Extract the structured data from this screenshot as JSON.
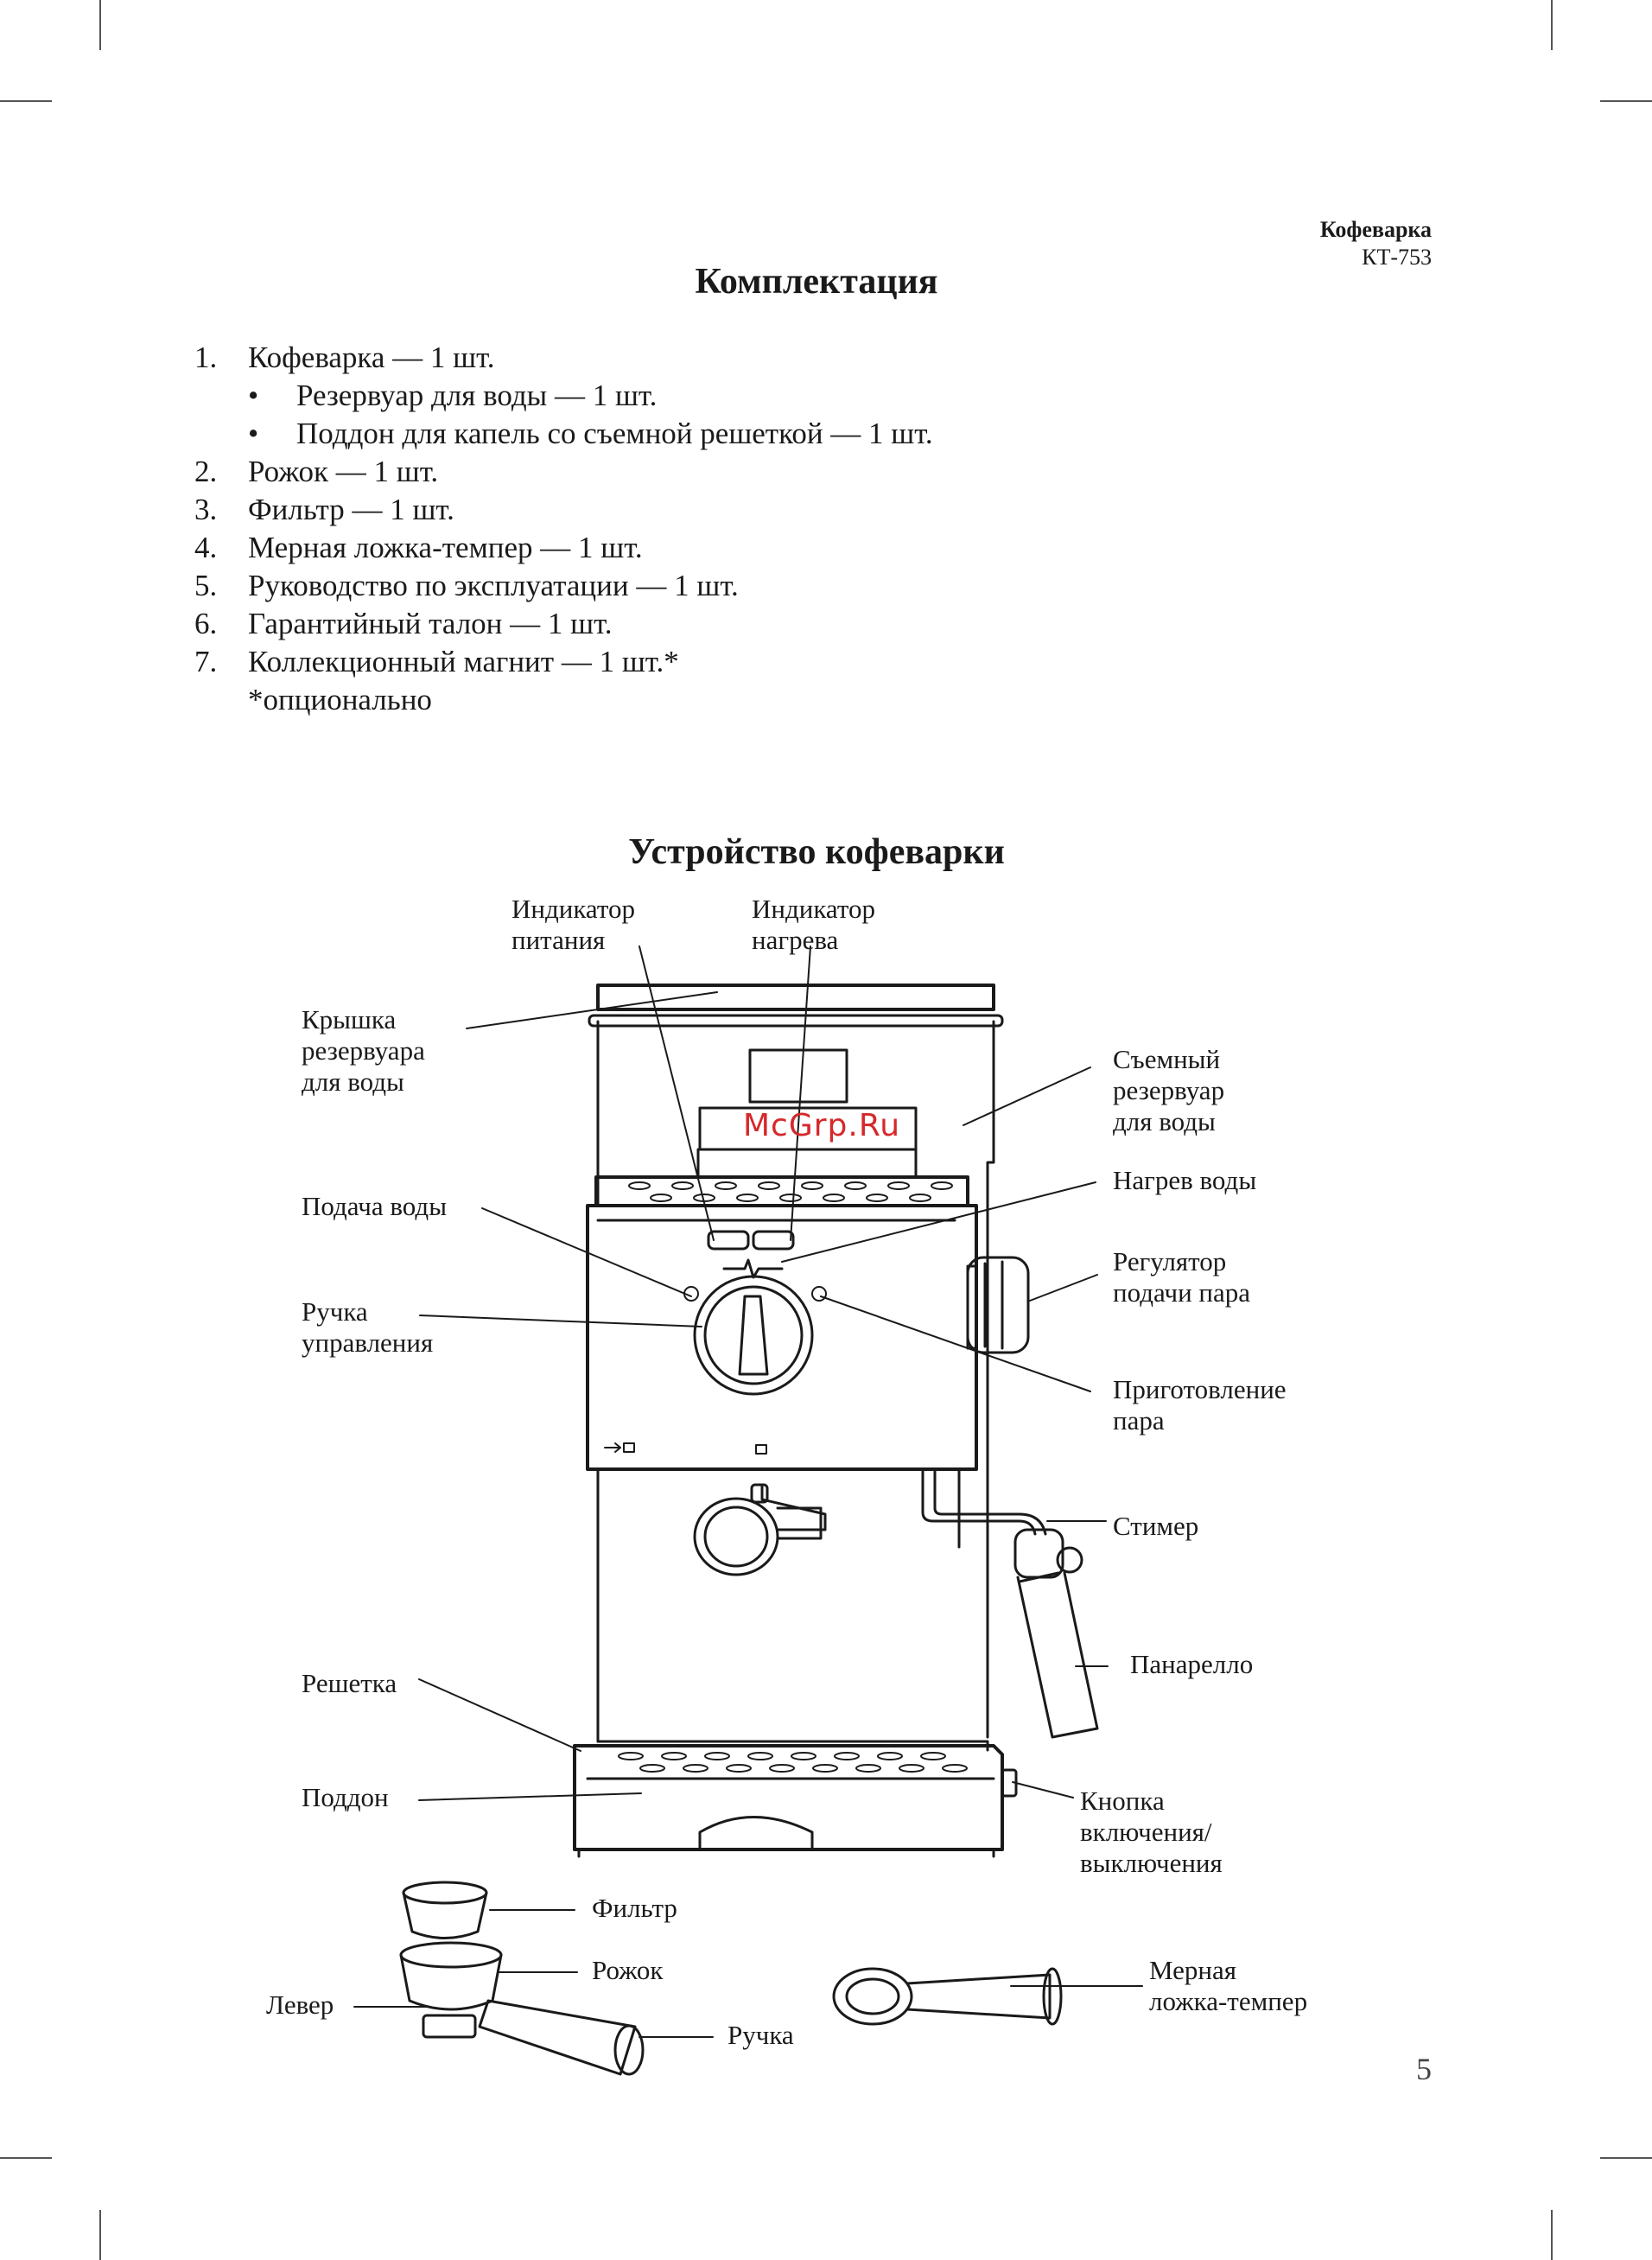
{
  "header": {
    "product_name": "Кофеварка",
    "model": "КТ-753"
  },
  "contents_section": {
    "title": "Комплектация",
    "items": [
      {
        "num": "1.",
        "text": "Кофеварка — 1 шт."
      },
      {
        "bullet": "•",
        "text": "Резервуар для воды — 1 шт."
      },
      {
        "bullet": "•",
        "text": "Поддон для капель со съемной решеткой — 1 шт."
      },
      {
        "num": "2.",
        "text": "Рожок — 1 шт."
      },
      {
        "num": "3.",
        "text": "Фильтр — 1 шт."
      },
      {
        "num": "4.",
        "text": "Мерная ложка-темпер — 1 шт."
      },
      {
        "num": "5.",
        "text": "Руководство по эксплуатации — 1 шт."
      },
      {
        "num": "6.",
        "text": "Гарантийный талон — 1 шт."
      },
      {
        "num": "7.",
        "text": "Коллекционный магнит — 1 шт.*"
      },
      {
        "text": "*опционально"
      }
    ]
  },
  "device_section": {
    "title": "Устройство кофеварки",
    "labels": {
      "power_indicator": "Индикатор\nпитания",
      "heat_indicator": "Индикатор\nнагрева",
      "tank_lid": "Крышка\nрезервуара\nдля воды",
      "removable_tank": "Съемный\nрезервуар\nдля воды",
      "water_supply": "Подача воды",
      "water_heating": "Нагрев воды",
      "control_knob": "Ручка\nуправления",
      "steam_regulator": "Регулятор\nподачи пара",
      "steam_preparation": "Приготовление\nпара",
      "steamer": "Стимер",
      "panarello": "Панарелло",
      "grate": "Решетка",
      "tray": "Поддон",
      "power_button": "Кнопка\nвключения/\nвыключения",
      "filter": "Фильтр",
      "portafilter": "Рожок",
      "lever": "Левер",
      "handle": "Ручка",
      "tamper": "Мерная\nложка-темпер"
    }
  },
  "watermark": "McGrp.Ru",
  "page_number": "5"
}
